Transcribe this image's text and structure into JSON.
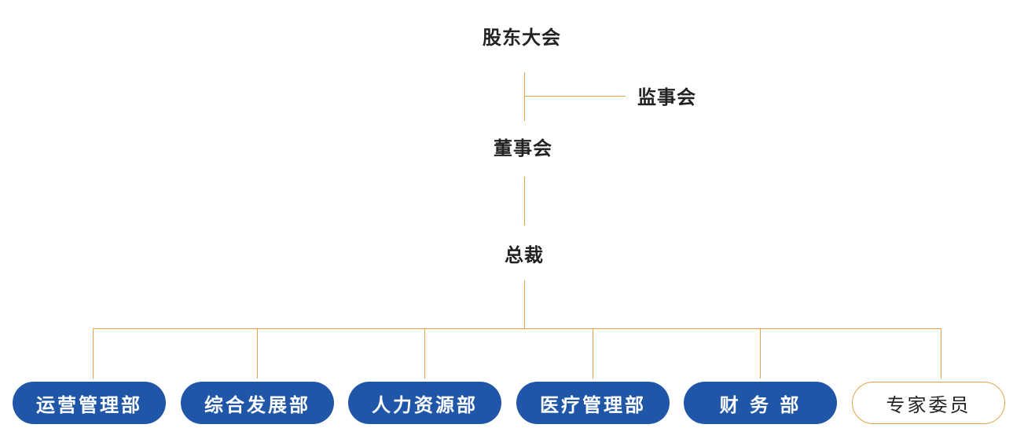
{
  "nodes": {
    "shareholders": "股东大会",
    "supervisory": "监事会",
    "board": "董事会",
    "president": "总裁"
  },
  "departments": [
    {
      "label": "运营管理部"
    },
    {
      "label": "综合发展部"
    },
    {
      "label": "人力资源部"
    },
    {
      "label": "医疗管理部"
    },
    {
      "label": "财 务 部"
    },
    {
      "label": "专家委员"
    }
  ],
  "colors": {
    "connector": "#e3a24c",
    "department_fill": "#1f56a8",
    "text": "#222222"
  }
}
